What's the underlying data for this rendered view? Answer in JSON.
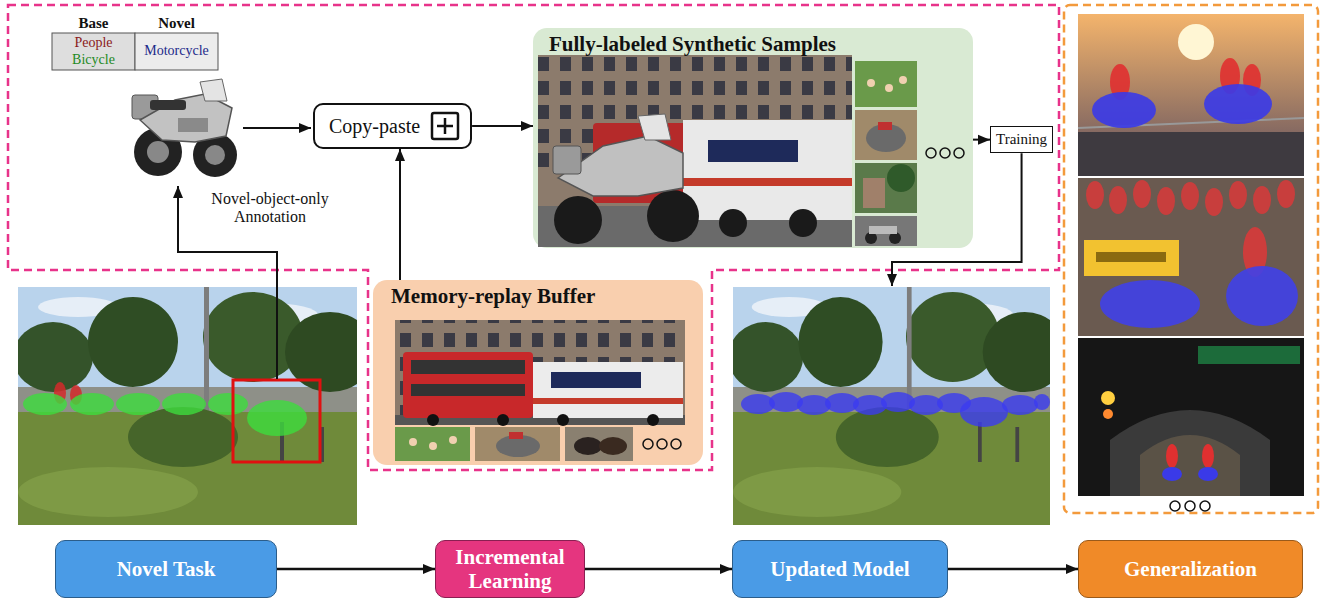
{
  "diagram": {
    "nodes": [
      {
        "text": [
          "Copy-paste"
        ]
      },
      {
        "text": [
          "Fully-labeled Synthetic Samples"
        ]
      },
      {
        "text": [
          "Training"
        ]
      },
      {
        "text": [
          "Memory-replay Buffer"
        ]
      },
      {
        "text": [
          "Novel Task"
        ]
      },
      {
        "text": [
          "Incremental Learning"
        ]
      },
      {
        "text": [
          "Updated Model"
        ]
      },
      {
        "text": [
          "Generalization"
        ]
      }
    ],
    "edges": [
      {
        "from": 0,
        "to": 1,
        "arrow": "to"
      },
      {
        "from": 1,
        "to": 2,
        "arrow": "to"
      },
      {
        "from": 3,
        "to": 0,
        "arrow": "to"
      },
      {
        "from": 4,
        "to": 5,
        "arrow": "to"
      },
      {
        "from": 5,
        "to": 6,
        "arrow": "to"
      },
      {
        "from": 6,
        "to": 7,
        "arrow": "to"
      }
    ],
    "labels": [
      "Base",
      "Novel",
      "People",
      "Bicycle",
      "Motorcycle",
      "Novel-object-only Annotation"
    ]
  }
}
